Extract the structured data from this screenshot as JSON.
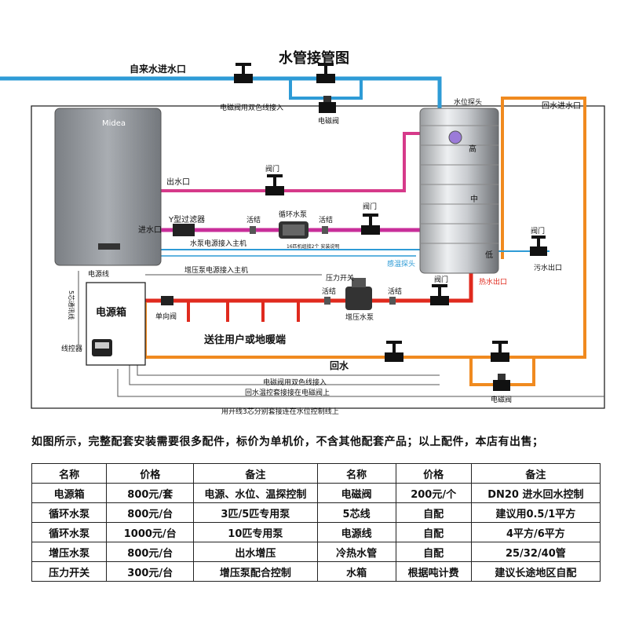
{
  "title": "水管接管图",
  "labels": {
    "tap_inlet": "自来水进水口",
    "solenoid_wire_note": "电磁阀用双色线接入",
    "solenoid_valve_top": "电磁阀",
    "water_level_probe": "水位探头",
    "return_inlet": "回水进水口",
    "outlet": "出水口",
    "valve_outlet": "阀门",
    "inlet": "进水口",
    "y_filter": "Y型过滤器",
    "union_1": "活结",
    "circ_pump": "循环水泵",
    "union_2": "活结",
    "valve_circ": "阀门",
    "pump_power_to_host": "水泵电源接入主机",
    "pump_small_note": "16匹机组接2个 安装说明",
    "temp_probe": "感温探头",
    "level_high": "高",
    "level_mid": "中",
    "level_low": "低",
    "valve_drain": "阀门",
    "drain_outlet": "污水出口",
    "power_cable": "电源线",
    "booster_power_to_host": "增压泵电源接入主机",
    "pressure_switch": "压力开关",
    "valve_hot": "阀门",
    "hot_outlet": "热水出口",
    "five_core_cable": "5芯通讯线",
    "power_box": "电源箱",
    "check_valve": "单向阀",
    "union_3": "活结",
    "union_4": "活结",
    "booster_pump": "增压水泵",
    "to_users": "送往用户或地暖端",
    "controller": "线控器",
    "return_water": "回水",
    "solenoid_wire_note_2": "电磁阀用双色线接入",
    "solenoid_valve_bottom": "电磁阀",
    "return_temp_note": "回水温控套接接在电磁阀上",
    "three_core_note": "用开线3芯分别套接连在水位控制线上",
    "brand": "Midea"
  },
  "notice": "如图所示，完整配套安装需要很多配件，标价为单机价，不含其他配套产品；以上配件，本店有出售；",
  "table": {
    "headers": [
      "名称",
      "价格",
      "备注",
      "名称",
      "价格",
      "备注"
    ],
    "rows": [
      [
        "电源箱",
        "800元/套",
        "电源、水位、温探控制",
        "电磁阀",
        "200元/个",
        "DN20 进水回水控制"
      ],
      [
        "循环水泵",
        "800元/台",
        "3匹/5匹专用泵",
        "5芯线",
        "自配",
        "建议用0.5/1平方"
      ],
      [
        "循环水泵",
        "1000元/台",
        "10匹专用泵",
        "电源线",
        "自配",
        "4平方/6平方"
      ],
      [
        "增压水泵",
        "800元/台",
        "出水增压",
        "冷热水管",
        "自配",
        "25/32/40管"
      ],
      [
        "压力开关",
        "300元/台",
        "增压泵配合控制",
        "水箱",
        "根据吨计费",
        "建议长途地区自配"
      ]
    ]
  },
  "colors": {
    "cold_pipe": "#2e9bd6",
    "hot_out_pipe": "#d63a8a",
    "circ_pipe": "#c82e9a",
    "user_pipe": "#e02a1e",
    "return_pipe": "#f08a1f",
    "wire": "#555555"
  }
}
